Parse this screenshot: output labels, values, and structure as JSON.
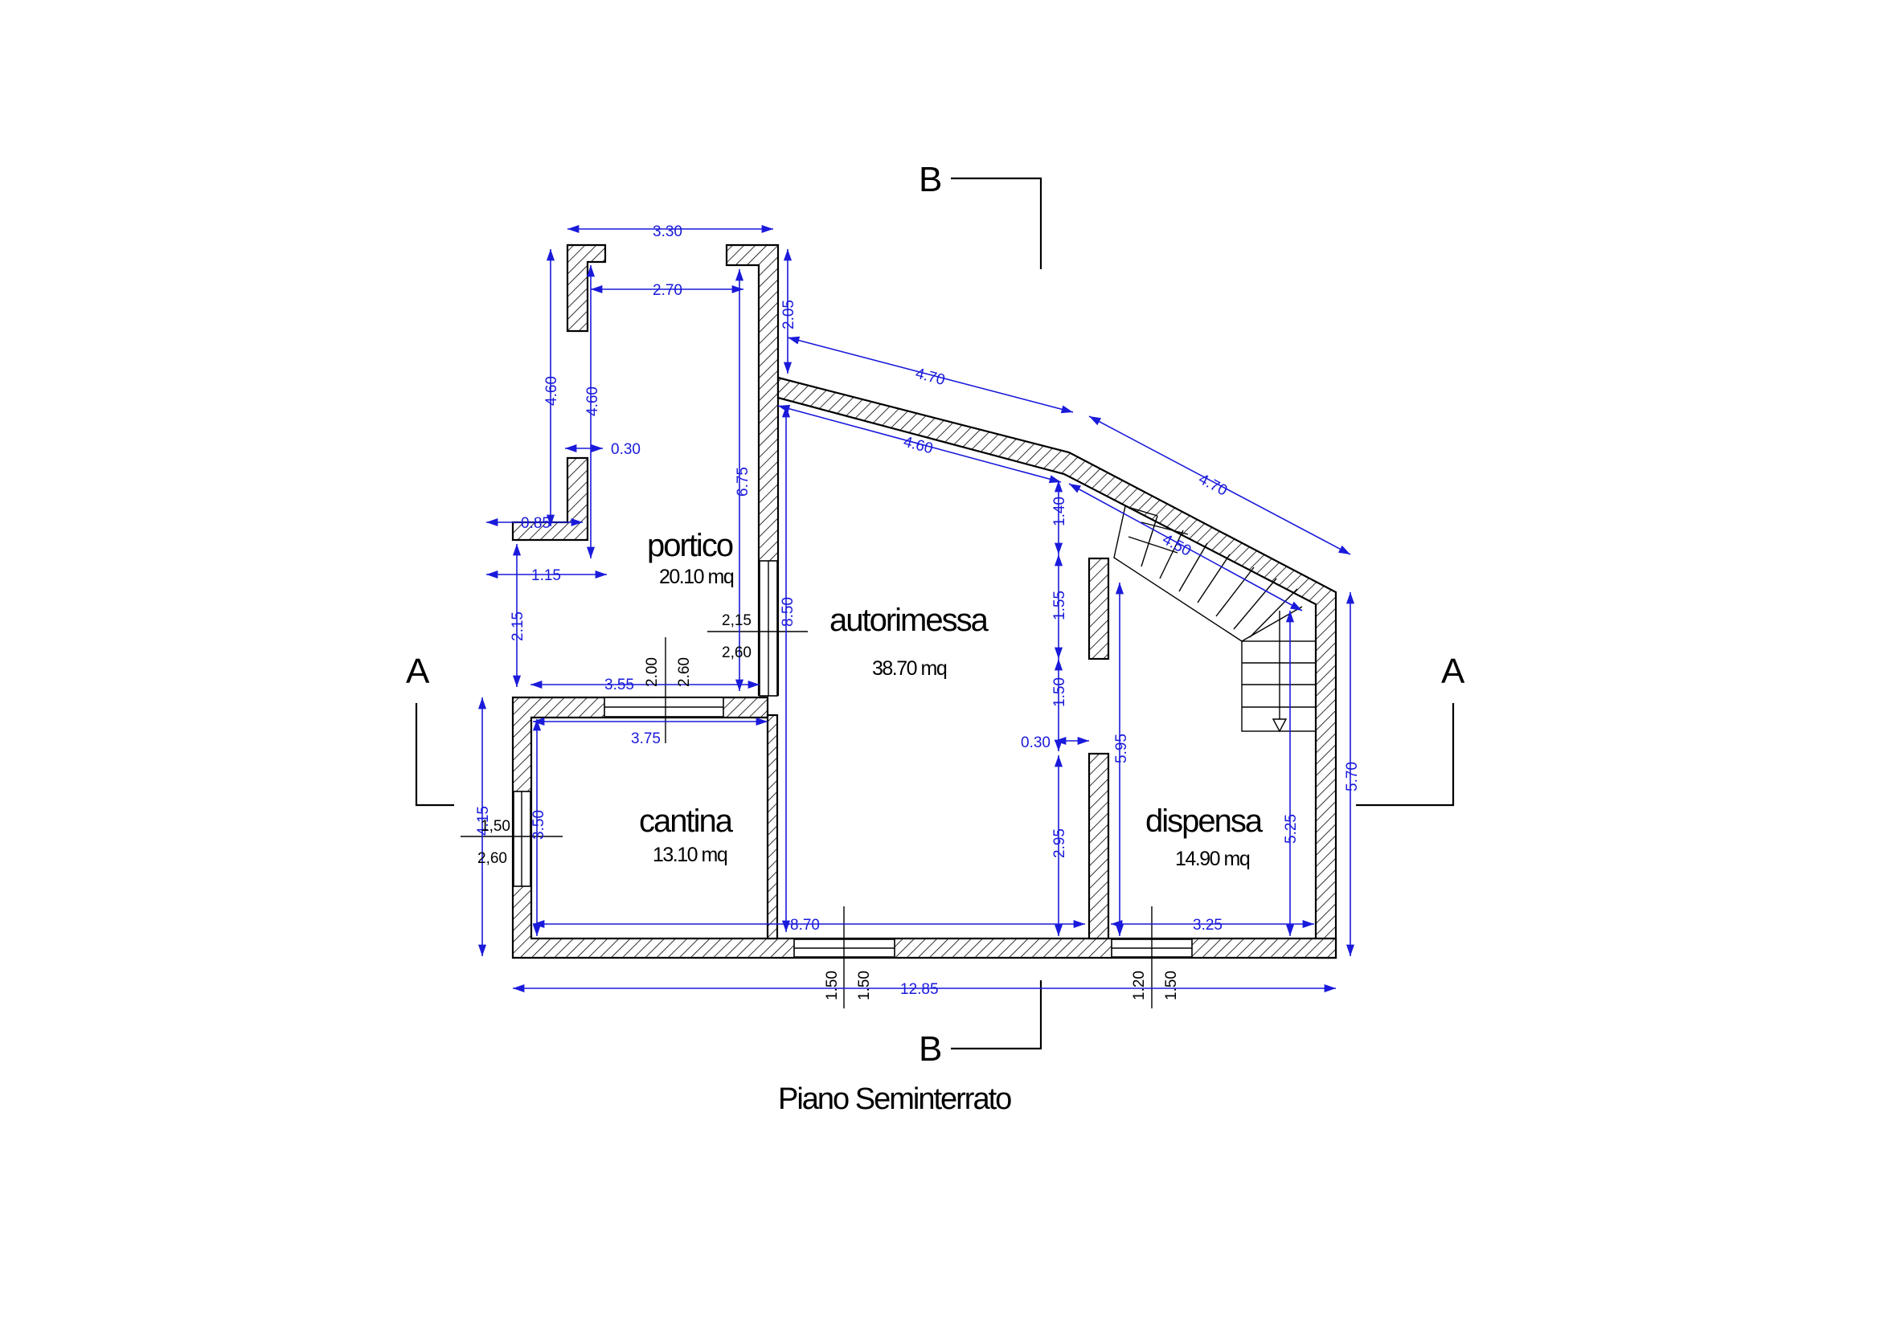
{
  "title": "Piano Seminterrato",
  "section_marks": {
    "a_left": "A",
    "a_right": "A",
    "b_top": "B",
    "b_bottom": "B"
  },
  "rooms": [
    {
      "name": "portico",
      "area": "20.10 mq"
    },
    {
      "name": "autorimessa",
      "area": "38.70 mq"
    },
    {
      "name": "cantina",
      "area": "13.10 mq"
    },
    {
      "name": "dispensa",
      "area": "14.90 mq"
    }
  ],
  "dimensions": {
    "d330": "3.30",
    "d270": "2.70",
    "d460a": "4.60",
    "d460b": "4.60",
    "d030a": "0.30",
    "d085": "0.85",
    "d115": "1.15",
    "d205": "2.05",
    "d470a": "4.70",
    "d470b": "4.70",
    "d460c": "4.60",
    "d450": "4.50",
    "d675": "6.75",
    "d850": "8.50",
    "d215": "2.15",
    "d355": "3.55",
    "d375": "3.75",
    "d415": "4.15",
    "d350": "3.50",
    "d140": "1.40",
    "d155": "1.55",
    "d150": "1.50",
    "d030b": "0.30",
    "d295": "2.95",
    "d595": "5.95",
    "d525": "5.25",
    "d570": "5.70",
    "d870": "8.70",
    "d325": "3.25",
    "d1285": "12.85"
  },
  "openings": {
    "door_portico_top": "2,15",
    "door_portico_bottom": "2,60",
    "win_cantina_top_a": "2.00",
    "win_cantina_top_b": "2.60",
    "win_cantina_left_a": "1,50",
    "win_cantina_left_b": "2,60",
    "win_auto_a": "1.50",
    "win_auto_b": "1.50",
    "win_disp_a": "1.20",
    "win_disp_b": "1.50"
  }
}
